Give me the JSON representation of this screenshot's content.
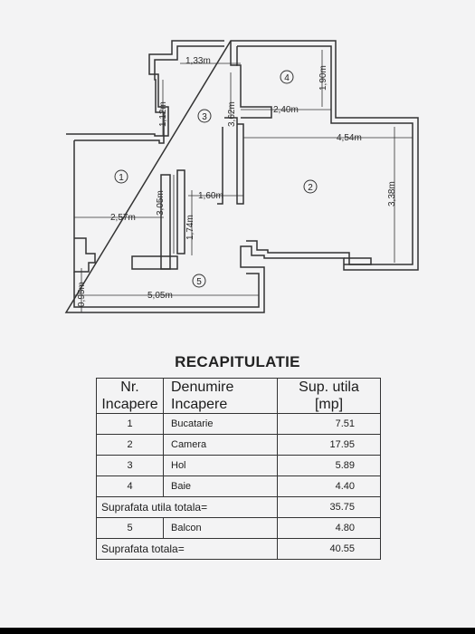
{
  "floorplan": {
    "dimensions": {
      "d133": "1,33m",
      "d112": "1,12m",
      "d362": "3,62m",
      "d190": "1,90m",
      "d240": "2,40m",
      "d454": "4,54m",
      "d305": "3,05m",
      "d257": "2,57m",
      "d160": "1,60m",
      "d174": "1,74m",
      "d338": "3,38m",
      "d095": "0,95m",
      "d505": "5,05m"
    },
    "room_markers": [
      "1",
      "2",
      "3",
      "4",
      "5"
    ]
  },
  "recap": {
    "heading": "RECAPITULATIE",
    "headers": {
      "nr_line1": "Nr.",
      "nr_line2": "Incapere",
      "name_line1": "Denumire",
      "name_line2": "Incapere",
      "area_line1": "Sup. utila",
      "area_line2": "[mp]"
    },
    "rows": [
      {
        "nr": "1",
        "name": "Bucatarie",
        "area": "7.51"
      },
      {
        "nr": "2",
        "name": "Camera",
        "area": "17.95"
      },
      {
        "nr": "3",
        "name": "Hol",
        "area": "5.89"
      },
      {
        "nr": "4",
        "name": "Baie",
        "area": "4.40"
      }
    ],
    "subtotal": {
      "label": "Suprafata utila totala=",
      "value": "35.75"
    },
    "balcony": {
      "nr": "5",
      "name": "Balcon",
      "area": "4.80"
    },
    "total": {
      "label": "Suprafata totala=",
      "value": "40.55"
    }
  }
}
